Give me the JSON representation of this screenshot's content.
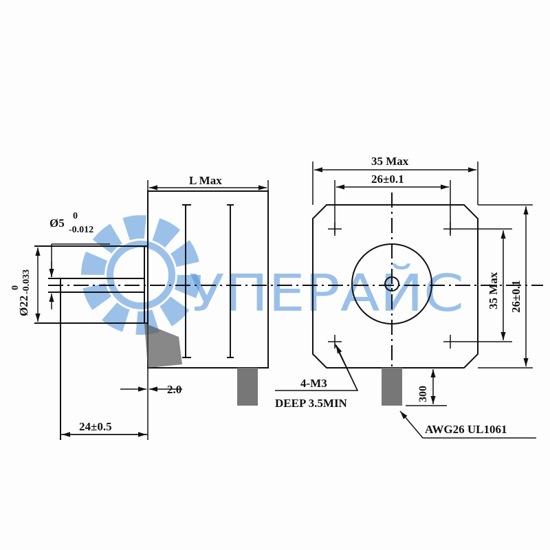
{
  "labels": {
    "shaft_dia": "Ø5",
    "shaft_tol_upper": "0",
    "shaft_tol_lower": "-0.012",
    "boss_dia": "Ø22",
    "boss_tol_upper": "0",
    "boss_tol_lower": "-0.033",
    "length": "L Max",
    "boss_height": "2.0",
    "shaft_length": "24±0.5",
    "width_top": "35 Max",
    "hole_spacing_top": "26±0.1",
    "width_side": "35 Max",
    "hole_spacing_side": "26±0.1",
    "mount_holes": "4-M3",
    "mount_depth": "DEEP 3.5MIN",
    "lead_length": "300",
    "wire_spec": "AWG26 UL1061"
  },
  "watermark": {
    "text": "СУПЕРАЙС",
    "color": "#4a90d9"
  }
}
